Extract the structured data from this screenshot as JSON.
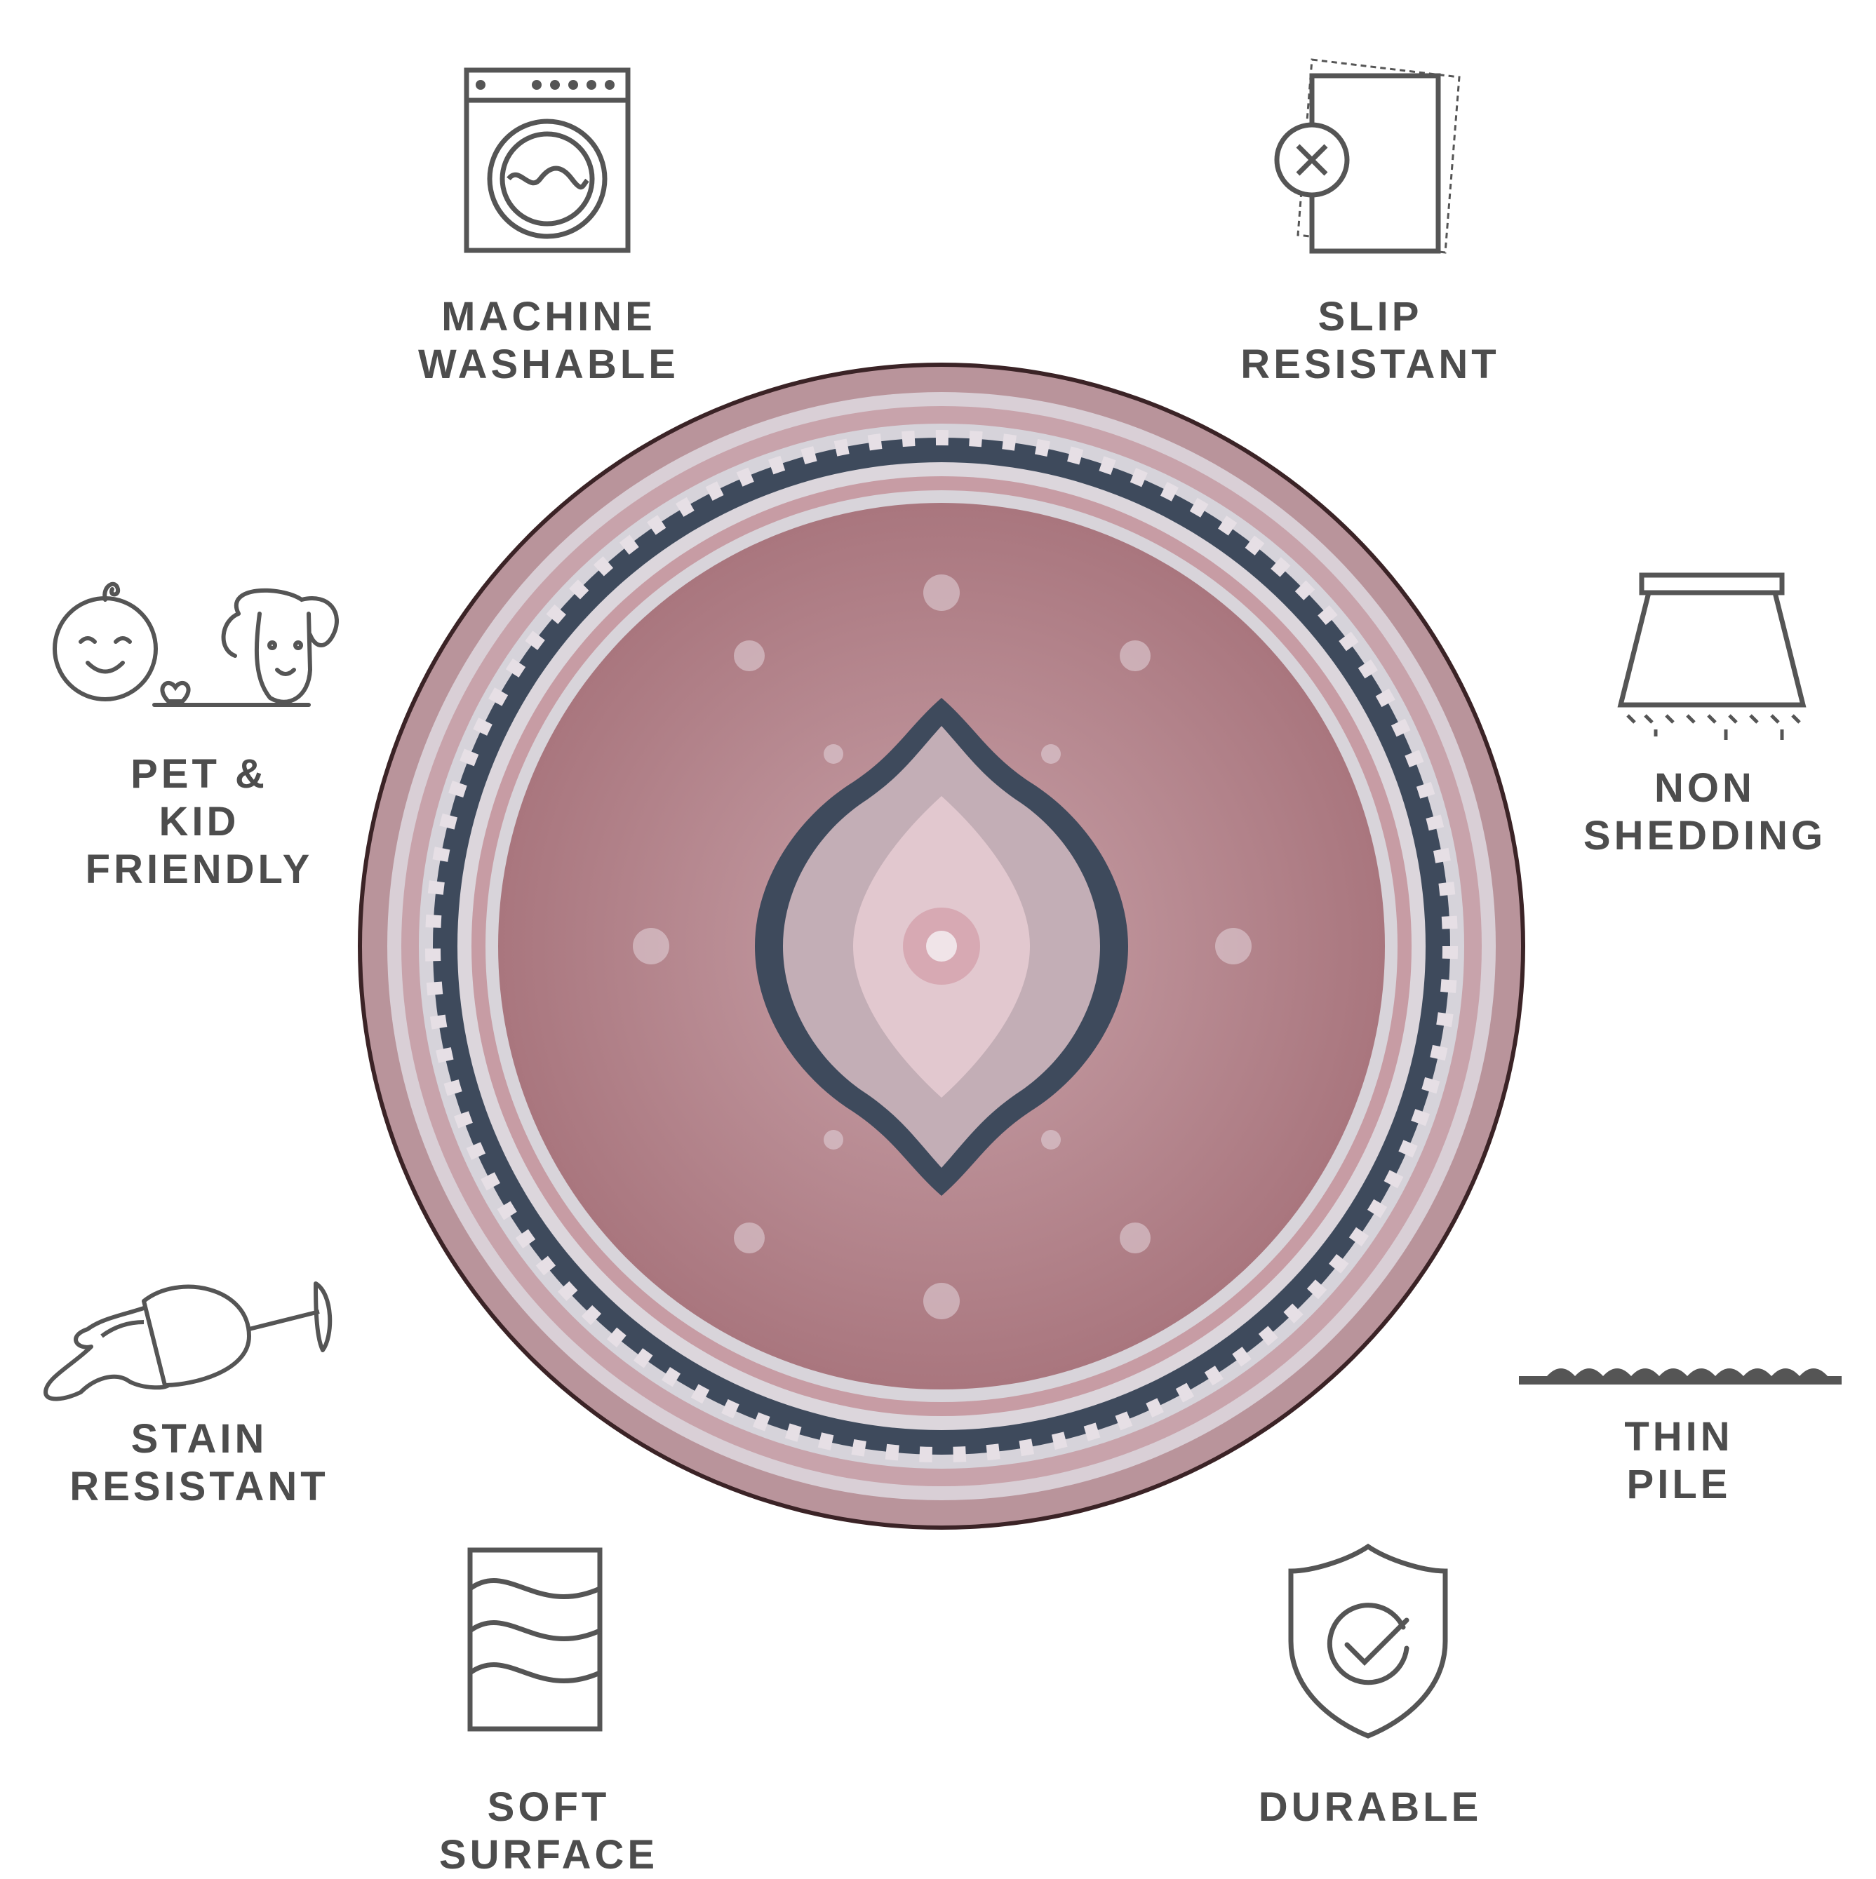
{
  "features": {
    "machine_washable": {
      "label": "MACHINE\nWASHABLE",
      "icon": "washing-machine-icon"
    },
    "slip_resistant": {
      "label": "SLIP\nRESISTANT",
      "icon": "slip-resistant-pad-icon"
    },
    "pet_kid_friendly": {
      "label": "PET & KID\nFRIENDLY",
      "icon": "baby-and-dog-icon"
    },
    "non_shedding": {
      "label": "NON\nSHEDDING",
      "icon": "non-shedding-icon"
    },
    "stain_resistant": {
      "label": "STAIN\nRESISTANT",
      "icon": "spilled-wine-glass-icon"
    },
    "thin_pile": {
      "label": "THIN PILE",
      "icon": "thin-pile-icon"
    },
    "soft_surface": {
      "label": "SOFT SURFACE",
      "icon": "soft-waves-icon"
    },
    "durable": {
      "label": "DURABLE",
      "icon": "shield-check-icon"
    }
  },
  "colors": {
    "text": "#4d4d4d",
    "icon_stroke": "#555555",
    "rug_field": "#b98a91",
    "rug_border_dark": "#3e4a5c",
    "rug_border_light": "#d9cfd6",
    "rug_edge": "#3b2326"
  }
}
